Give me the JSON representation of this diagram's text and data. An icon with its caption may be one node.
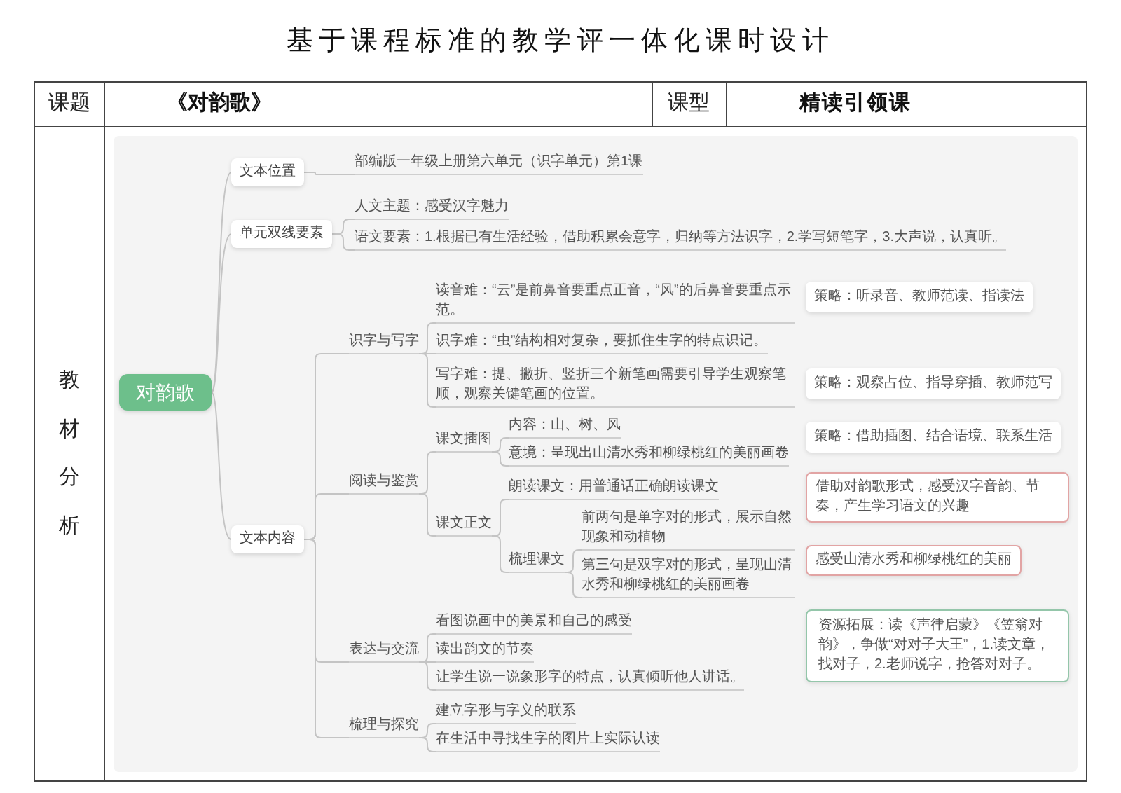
{
  "diagram": {
    "title": "基于课程标准的教学评一体化课时设计",
    "nodes": [
      {
        "text": [
          "对韵歌"
        ]
      },
      {
        "text": [
          "文本位置"
        ]
      },
      {
        "text": [
          "部编版一年级上册第六单元（识字单元）第1课"
        ]
      },
      {
        "text": [
          "单元双线要素"
        ]
      },
      {
        "text": [
          "人文主题：感受汉字魅力"
        ]
      },
      {
        "text": [
          "语文要素：1.根据已有生活经验，借助积累会意字，归纳等方法识字，2.学写短笔字，3.大声说，认真听。"
        ]
      },
      {
        "text": [
          "文本内容"
        ]
      },
      {
        "text": [
          "识字与写字"
        ]
      },
      {
        "text": [
          "读音难：“云”是前鼻音要重点正音，“风”的后鼻音要重点示范。"
        ]
      },
      {
        "text": [
          "识字难：“虫”结构相对复杂，要抓住生字的特点识记。"
        ]
      },
      {
        "text": [
          "写字难：提、撇折、竖折三个新笔画需要引导学生观察笔顺，观察关键笔画的位置。"
        ]
      },
      {
        "text": [
          "阅读与鉴赏"
        ]
      },
      {
        "text": [
          "课文插图"
        ]
      },
      {
        "text": [
          "内容：山、树、风"
        ]
      },
      {
        "text": [
          "意境：呈现出山清水秀和柳绿桃红的美丽画卷"
        ]
      },
      {
        "text": [
          "课文正文"
        ]
      },
      {
        "text": [
          "朗读课文：用普通话正确朗读课文"
        ]
      },
      {
        "text": [
          "梳理课文"
        ]
      },
      {
        "text": [
          "前两句是单字对的形式，展示自然现象和动植物"
        ]
      },
      {
        "text": [
          "第三句是双字对的形式，呈现山清水秀和柳绿桃红的美丽画卷"
        ]
      },
      {
        "text": [
          "表达与交流"
        ]
      },
      {
        "text": [
          "看图说画中的美景和自己的感受"
        ]
      },
      {
        "text": [
          "读出韵文的节奏"
        ]
      },
      {
        "text": [
          "让学生说一说象形字的特点，认真倾听他人讲话。"
        ]
      },
      {
        "text": [
          "梳理与探究"
        ]
      },
      {
        "text": [
          "建立字形与字义的联系"
        ]
      },
      {
        "text": [
          "在生活中寻找生字的图片上实际认读"
        ]
      },
      {
        "text": [
          "策略：听录音、教师范读、指读法"
        ]
      },
      {
        "text": [
          "策略：观察占位、指导穿插、教师范写"
        ]
      },
      {
        "text": [
          "策略：借助插图、结合语境、联系生活"
        ]
      },
      {
        "text": [
          "借助对韵歌形式，感受汉字音韵、节奏，产生学习语文的兴趣"
        ]
      },
      {
        "text": [
          "感受山清水秀和柳绿桃红的美丽"
        ]
      },
      {
        "text": [
          "资源拓展：读《声律启蒙》《笠翁对韵》，争做“对对子大王”，1.读文章，找对子，2.老师说字，抢答对对子。"
        ]
      }
    ],
    "edges": [
      {
        "from": 0,
        "to": 1,
        "arrow": "none"
      },
      {
        "from": 1,
        "to": 2,
        "arrow": "none"
      },
      {
        "from": 0,
        "to": 3,
        "arrow": "none"
      },
      {
        "from": 3,
        "to": 4,
        "arrow": "none"
      },
      {
        "from": 3,
        "to": 5,
        "arrow": "none"
      },
      {
        "from": 0,
        "to": 6,
        "arrow": "none"
      },
      {
        "from": 6,
        "to": 7,
        "arrow": "none"
      },
      {
        "from": 7,
        "to": 8,
        "arrow": "none"
      },
      {
        "from": 7,
        "to": 9,
        "arrow": "none"
      },
      {
        "from": 7,
        "to": 10,
        "arrow": "none"
      },
      {
        "from": 6,
        "to": 11,
        "arrow": "none"
      },
      {
        "from": 11,
        "to": 12,
        "arrow": "none"
      },
      {
        "from": 12,
        "to": 13,
        "arrow": "none"
      },
      {
        "from": 12,
        "to": 14,
        "arrow": "none"
      },
      {
        "from": 11,
        "to": 15,
        "arrow": "none"
      },
      {
        "from": 15,
        "to": 16,
        "arrow": "none"
      },
      {
        "from": 15,
        "to": 17,
        "arrow": "none"
      },
      {
        "from": 17,
        "to": 18,
        "arrow": "none"
      },
      {
        "from": 17,
        "to": 19,
        "arrow": "none"
      },
      {
        "from": 6,
        "to": 20,
        "arrow": "none"
      },
      {
        "from": 20,
        "to": 21,
        "arrow": "none"
      },
      {
        "from": 20,
        "to": 22,
        "arrow": "none"
      },
      {
        "from": 20,
        "to": 23,
        "arrow": "none"
      },
      {
        "from": 6,
        "to": 24,
        "arrow": "none"
      },
      {
        "from": 24,
        "to": 25,
        "arrow": "none"
      },
      {
        "from": 24,
        "to": 26,
        "arrow": "none"
      }
    ],
    "labels": [
      "课题",
      "《对韵歌》",
      "课型",
      "精读引领课",
      "教材分析"
    ]
  }
}
